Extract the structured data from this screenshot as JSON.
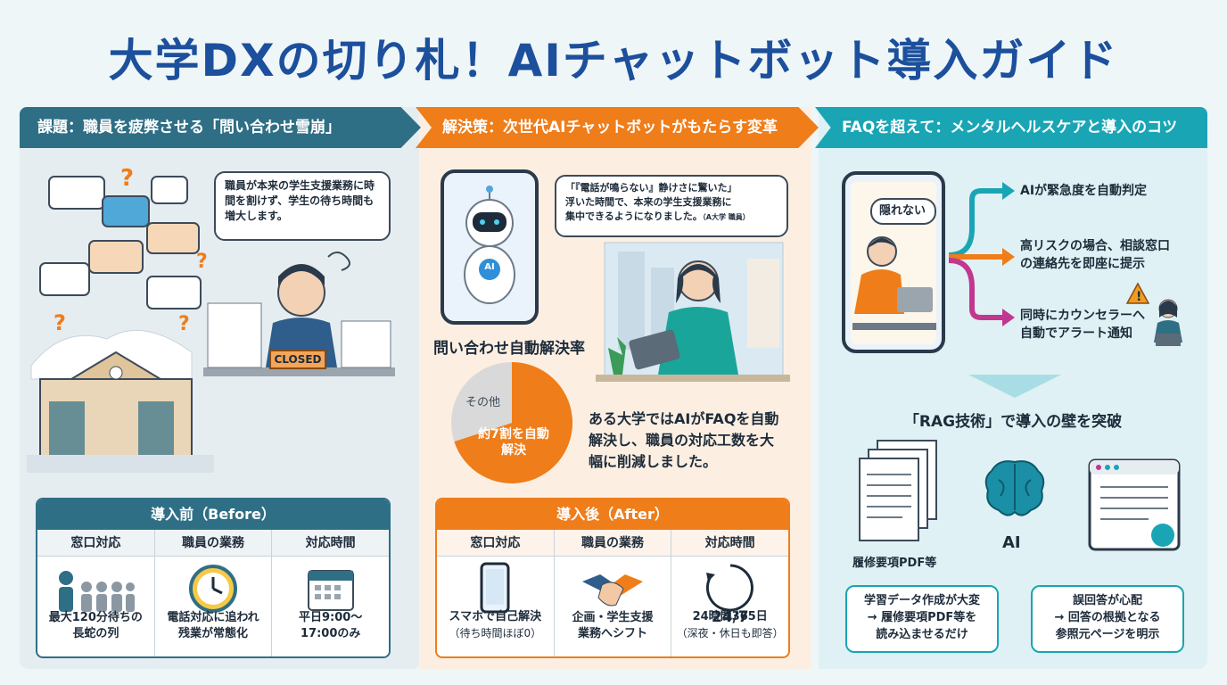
{
  "title": "大学DXの切り札！AIチャットボット導入ガイド",
  "sections": {
    "problem": {
      "header": "課題：職員を疲弊させる「問い合わせ雪崩」",
      "bubble": "職員が本来の学生支援業務に時間を割けず、学生の待ち時間も増大します。",
      "closed_sign": "CLOSED",
      "table": {
        "title": "導入前（Before）",
        "columns": [
          {
            "header": "窓口対応",
            "line1": "最大120分待ちの",
            "line2": "長蛇の列"
          },
          {
            "header": "職員の業務",
            "line1": "電話対応に追われ",
            "line2": "残業が常態化"
          },
          {
            "header": "対応時間",
            "line1": "平日9:00〜",
            "line2": "17:00のみ"
          }
        ]
      }
    },
    "solution": {
      "header": "解決策：次世代AIチャットボットがもたらす変革",
      "robot_label": "AI",
      "quote_line1": "「『電話が鳴らない』静けさに驚いた」",
      "quote_line2": "浮いた時間で、本来の学生支援業務に",
      "quote_line3": "集中できるようになりました。",
      "quote_source": "（A大学 職員）",
      "chart_title": "問い合わせ自動解決率",
      "description": "ある大学ではAIがFAQを自動解決し、職員の対応工数を大幅に削減しました。",
      "table": {
        "title": "導入後（After）",
        "columns": [
          {
            "header": "窓口対応",
            "line1": "スマホで自己解決",
            "line2": "（待ち時間ほぼ0）"
          },
          {
            "header": "職員の業務",
            "line1": "企画・学生支援",
            "line2": "業務へシフト"
          },
          {
            "header": "対応時間",
            "icon_text": "24/7",
            "line1": "24時間365日",
            "line2": "（深夜・休日も即答）"
          }
        ]
      }
    },
    "beyond": {
      "header": "FAQを超えて：メンタルヘルスケアと導入のコツ",
      "phone_bubble": "隠れない",
      "flows": [
        {
          "line1": "AIが緊急度を自動判定",
          "line2": "",
          "color": "#1aa5b5"
        },
        {
          "line1": "高リスクの場合、相談窓口",
          "line2": "の連絡先を即座に提示",
          "color": "#ef7d1a"
        },
        {
          "line1": "同時にカウンセラーへ",
          "line2": "自動でアラート通知",
          "color": "#c2378f"
        }
      ],
      "rag_title": "「RAG技術」で導入の壁を突破",
      "doc_label": "履修要項PDF等",
      "ai_label": "AI",
      "tip1": {
        "line1": "学習データ作成が大変",
        "line2": "→ 履修要項PDF等を",
        "line3": "読み込ませるだけ"
      },
      "tip2": {
        "line1": "誤回答が心配",
        "line2": "→ 回答の根拠となる",
        "line3": "参照元ページを明示"
      }
    }
  },
  "chart_data": {
    "type": "pie",
    "title": "問い合わせ自動解決率",
    "slices": [
      {
        "label": "約7割を自動解決",
        "value": 70,
        "color": "#ef7d1a"
      },
      {
        "label": "その他",
        "value": 30,
        "color": "#d9d9d9"
      }
    ]
  }
}
